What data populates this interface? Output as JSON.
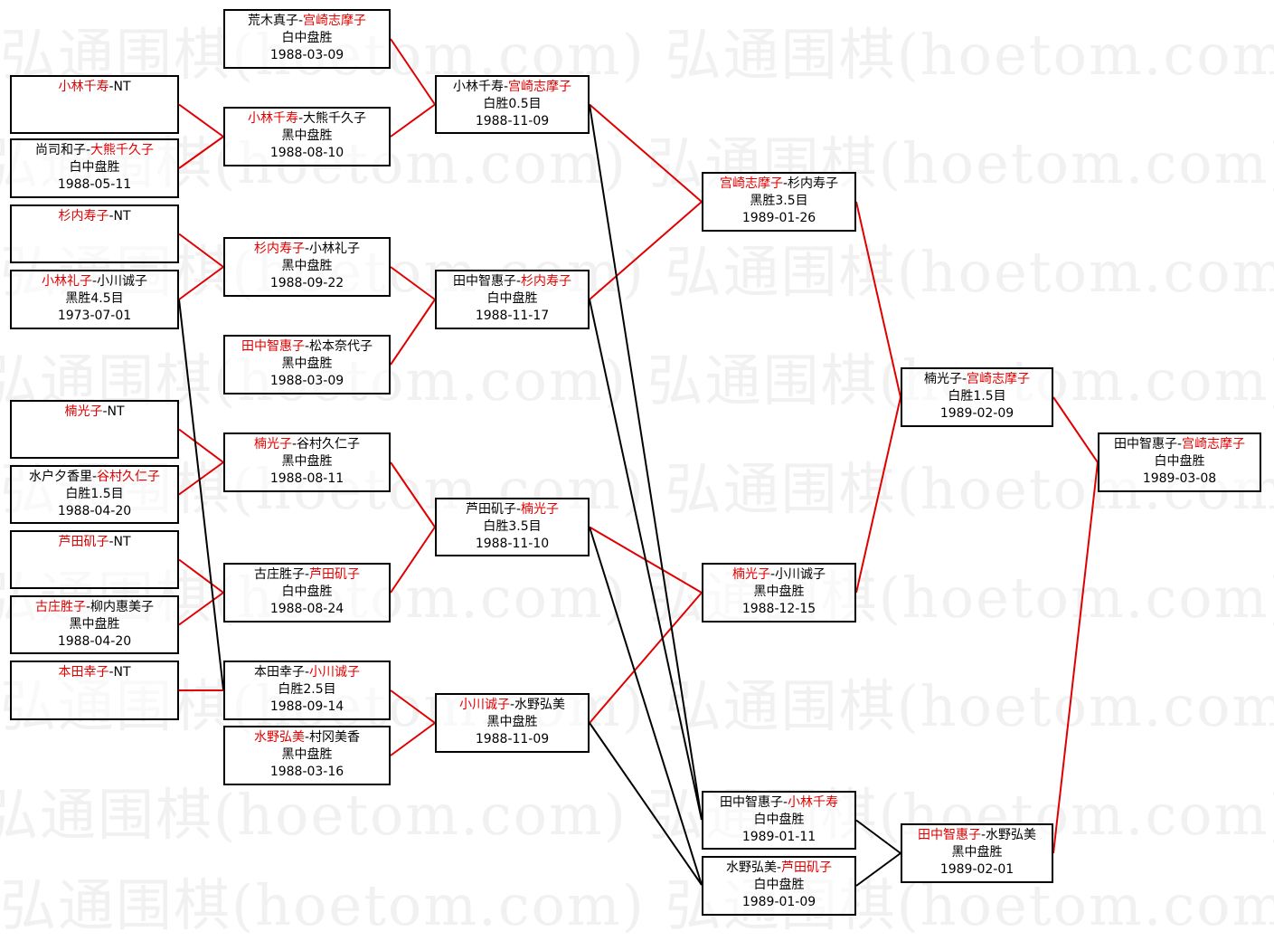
{
  "watermark": "弘通围棋(hoetom.com) 弘通围棋(hoetom.com) 弘通",
  "colors": {
    "winner": "#e00000",
    "advance_line": "#e00000",
    "loser_line": "#000000"
  },
  "matches": [
    {
      "id": "A1",
      "p1": "小林千寿",
      "p2": "NT",
      "winner": 1,
      "result": "",
      "date": ""
    },
    {
      "id": "A2",
      "p1": "尚司和子",
      "p2": "大熊千久子",
      "winner": 2,
      "result": "白中盘胜",
      "date": "1988-05-11"
    },
    {
      "id": "A3",
      "p1": "杉内寿子",
      "p2": "NT",
      "winner": 1,
      "result": "",
      "date": ""
    },
    {
      "id": "A4",
      "p1": "小林礼子",
      "p2": "小川诚子",
      "winner": 1,
      "result": "黑胜4.5目",
      "date": "1973-07-01"
    },
    {
      "id": "A5",
      "p1": "楠光子",
      "p2": "NT",
      "winner": 1,
      "result": "",
      "date": ""
    },
    {
      "id": "A6",
      "p1": "水户夕香里",
      "p2": "谷村久仁子",
      "winner": 2,
      "result": "白胜1.5目",
      "date": "1988-04-20"
    },
    {
      "id": "A7",
      "p1": "芦田矶子",
      "p2": "NT",
      "winner": 1,
      "result": "",
      "date": ""
    },
    {
      "id": "A8",
      "p1": "古庄胜子",
      "p2": "柳内惠美子",
      "winner": 1,
      "result": "黑中盘胜",
      "date": "1988-04-20"
    },
    {
      "id": "A9",
      "p1": "本田幸子",
      "p2": "NT",
      "winner": 1,
      "result": "",
      "date": ""
    },
    {
      "id": "B1",
      "p1": "荒木真子",
      "p2": "宫崎志摩子",
      "winner": 2,
      "result": "白中盘胜",
      "date": "1988-03-09"
    },
    {
      "id": "B2",
      "p1": "小林千寿",
      "p2": "大熊千久子",
      "winner": 1,
      "result": "黑中盘胜",
      "date": "1988-08-10"
    },
    {
      "id": "B3",
      "p1": "杉内寿子",
      "p2": "小林礼子",
      "winner": 1,
      "result": "黑中盘胜",
      "date": "1988-09-22"
    },
    {
      "id": "B4",
      "p1": "田中智惠子",
      "p2": "松本奈代子",
      "winner": 1,
      "result": "黑中盘胜",
      "date": "1988-03-09"
    },
    {
      "id": "B5",
      "p1": "楠光子",
      "p2": "谷村久仁子",
      "winner": 1,
      "result": "黑中盘胜",
      "date": "1988-08-11"
    },
    {
      "id": "B6",
      "p1": "古庄胜子",
      "p2": "芦田矶子",
      "winner": 2,
      "result": "白中盘胜",
      "date": "1988-08-24"
    },
    {
      "id": "B7",
      "p1": "本田幸子",
      "p2": "小川诚子",
      "winner": 2,
      "result": "白胜2.5目",
      "date": "1988-09-14"
    },
    {
      "id": "B8",
      "p1": "水野弘美",
      "p2": "村冈美香",
      "winner": 1,
      "result": "黑中盘胜",
      "date": "1988-03-16"
    },
    {
      "id": "C1",
      "p1": "小林千寿",
      "p2": "宫崎志摩子",
      "winner": 2,
      "result": "白胜0.5目",
      "date": "1988-11-09"
    },
    {
      "id": "C2",
      "p1": "田中智惠子",
      "p2": "杉内寿子",
      "winner": 2,
      "result": "白中盘胜",
      "date": "1988-11-17"
    },
    {
      "id": "C3",
      "p1": "芦田矶子",
      "p2": "楠光子",
      "winner": 2,
      "result": "白胜3.5目",
      "date": "1988-11-10"
    },
    {
      "id": "C4",
      "p1": "小川诚子",
      "p2": "水野弘美",
      "winner": 1,
      "result": "黑中盘胜",
      "date": "1988-11-09"
    },
    {
      "id": "D1",
      "p1": "宫崎志摩子",
      "p2": "杉内寿子",
      "winner": 1,
      "result": "黑胜3.5目",
      "date": "1989-01-26"
    },
    {
      "id": "D2",
      "p1": "楠光子",
      "p2": "小川诚子",
      "winner": 1,
      "result": "黑中盘胜",
      "date": "1988-12-15"
    },
    {
      "id": "D3",
      "p1": "田中智惠子",
      "p2": "小林千寿",
      "winner": 2,
      "result": "白中盘胜",
      "date": "1989-01-11"
    },
    {
      "id": "D4",
      "p1": "水野弘美",
      "p2": "芦田矶子",
      "winner": 2,
      "result": "白中盘胜",
      "date": "1989-01-09"
    },
    {
      "id": "E1",
      "p1": "楠光子",
      "p2": "宫崎志摩子",
      "winner": 2,
      "result": "白胜1.5目",
      "date": "1989-02-09"
    },
    {
      "id": "E2",
      "p1": "田中智惠子",
      "p2": "水野弘美",
      "winner": 1,
      "result": "黑中盘胜",
      "date": "1989-02-01"
    },
    {
      "id": "F1",
      "p1": "田中智惠子",
      "p2": "宫崎志摩子",
      "winner": 2,
      "result": "白中盘胜",
      "date": "1989-03-08"
    }
  ],
  "links": [
    {
      "from": "A1",
      "to": "B2",
      "kind": "advance"
    },
    {
      "from": "A2",
      "to": "B2",
      "kind": "advance"
    },
    {
      "from": "A3",
      "to": "B3",
      "kind": "advance"
    },
    {
      "from": "A4",
      "to": "B3",
      "kind": "advance"
    },
    {
      "from": "A5",
      "to": "B5",
      "kind": "advance"
    },
    {
      "from": "A6",
      "to": "B5",
      "kind": "advance"
    },
    {
      "from": "A7",
      "to": "B6",
      "kind": "advance"
    },
    {
      "from": "A8",
      "to": "B6",
      "kind": "advance"
    },
    {
      "from": "A9",
      "to": "B7",
      "kind": "advance"
    },
    {
      "from": "B1",
      "to": "C1",
      "kind": "advance"
    },
    {
      "from": "B2",
      "to": "C1",
      "kind": "advance"
    },
    {
      "from": "B3",
      "to": "C2",
      "kind": "advance"
    },
    {
      "from": "B4",
      "to": "C2",
      "kind": "advance"
    },
    {
      "from": "B5",
      "to": "C3",
      "kind": "advance"
    },
    {
      "from": "B6",
      "to": "C3",
      "kind": "advance"
    },
    {
      "from": "B7",
      "to": "C4",
      "kind": "advance"
    },
    {
      "from": "B8",
      "to": "C4",
      "kind": "advance"
    },
    {
      "from": "C1",
      "to": "D1",
      "kind": "advance"
    },
    {
      "from": "C2",
      "to": "D1",
      "kind": "advance"
    },
    {
      "from": "C3",
      "to": "D2",
      "kind": "advance"
    },
    {
      "from": "C4",
      "to": "D2",
      "kind": "advance"
    },
    {
      "from": "D1",
      "to": "E1",
      "kind": "advance"
    },
    {
      "from": "D2",
      "to": "E1",
      "kind": "advance"
    },
    {
      "from": "E1",
      "to": "F1",
      "kind": "advance"
    },
    {
      "from": "E2",
      "to": "F1",
      "kind": "advance"
    },
    {
      "from": "A4",
      "to": "B7",
      "kind": "loser"
    },
    {
      "from": "C1",
      "to": "D3",
      "kind": "loser"
    },
    {
      "from": "C2",
      "to": "D3",
      "kind": "loser"
    },
    {
      "from": "C3",
      "to": "D4",
      "kind": "loser"
    },
    {
      "from": "C4",
      "to": "D4",
      "kind": "loser"
    },
    {
      "from": "D3",
      "to": "E2",
      "kind": "loser"
    },
    {
      "from": "D4",
      "to": "E2",
      "kind": "loser"
    }
  ]
}
